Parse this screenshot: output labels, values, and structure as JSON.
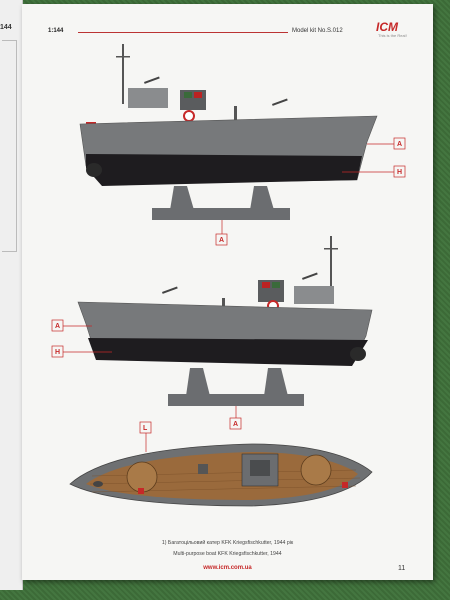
{
  "left_page": {
    "edge_number": "144"
  },
  "header": {
    "scale": "1:144",
    "model_kit": "Model kit No.S.012",
    "logo": "ICM",
    "logo_tagline": "This is the Real!"
  },
  "callouts": {
    "side_top": [
      "A",
      "H"
    ],
    "side_top_stand": "A",
    "side_bottom": [
      "A",
      "H"
    ],
    "side_bottom_stand": "A",
    "deck": "L"
  },
  "captions": {
    "ukrainian": "1) Багатоцільовий катер KFK Kriegsfischkutter, 1944 рік",
    "english": "Multi-purpose boat KFK Kriegsfischkutter, 1944"
  },
  "footer": {
    "url": "www.icm.com.ua",
    "page_number": "11"
  },
  "colors": {
    "hull_grey": "#77797b",
    "hull_black": "#1e1c1f",
    "deck_wood": "#9a6a3c",
    "accent_red": "#c62828",
    "background_felt": "#3f6e3a"
  }
}
